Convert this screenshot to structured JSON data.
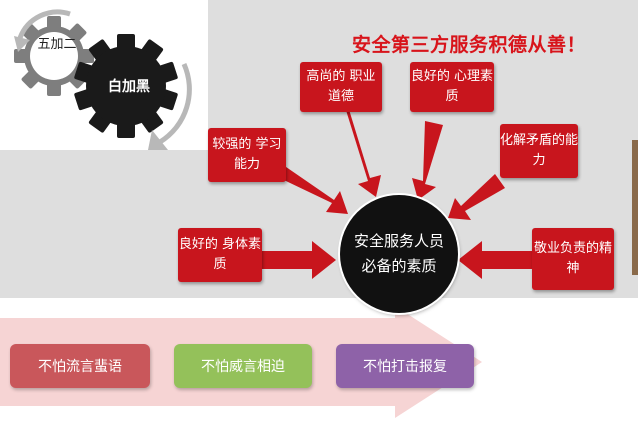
{
  "slogan": "安全第三方服务积德从善！",
  "gears": {
    "small_label": "五加二",
    "big_label": "白加黑"
  },
  "center": "安全服务人员必备的素质",
  "qualities": [
    {
      "id": "q1",
      "label": "高尚的 职业道德"
    },
    {
      "id": "q2",
      "label": "良好的 心理素质"
    },
    {
      "id": "q3",
      "label": "较强的 学习能力"
    },
    {
      "id": "q4",
      "label": "化解矛盾的能力"
    },
    {
      "id": "q5",
      "label": "良好的 身体素质"
    },
    {
      "id": "q6",
      "label": "敬业负责的精神"
    }
  ],
  "principles": [
    {
      "label": "不怕流言蜚语",
      "color": "#c9575b"
    },
    {
      "label": "不怕威言相迫",
      "color": "#94c15a"
    },
    {
      "label": "不怕打击报复",
      "color": "#8e62a8"
    }
  ],
  "colors": {
    "accent_red": "#c8151d",
    "slogan_red": "#d8141b",
    "center_black": "#111111"
  }
}
